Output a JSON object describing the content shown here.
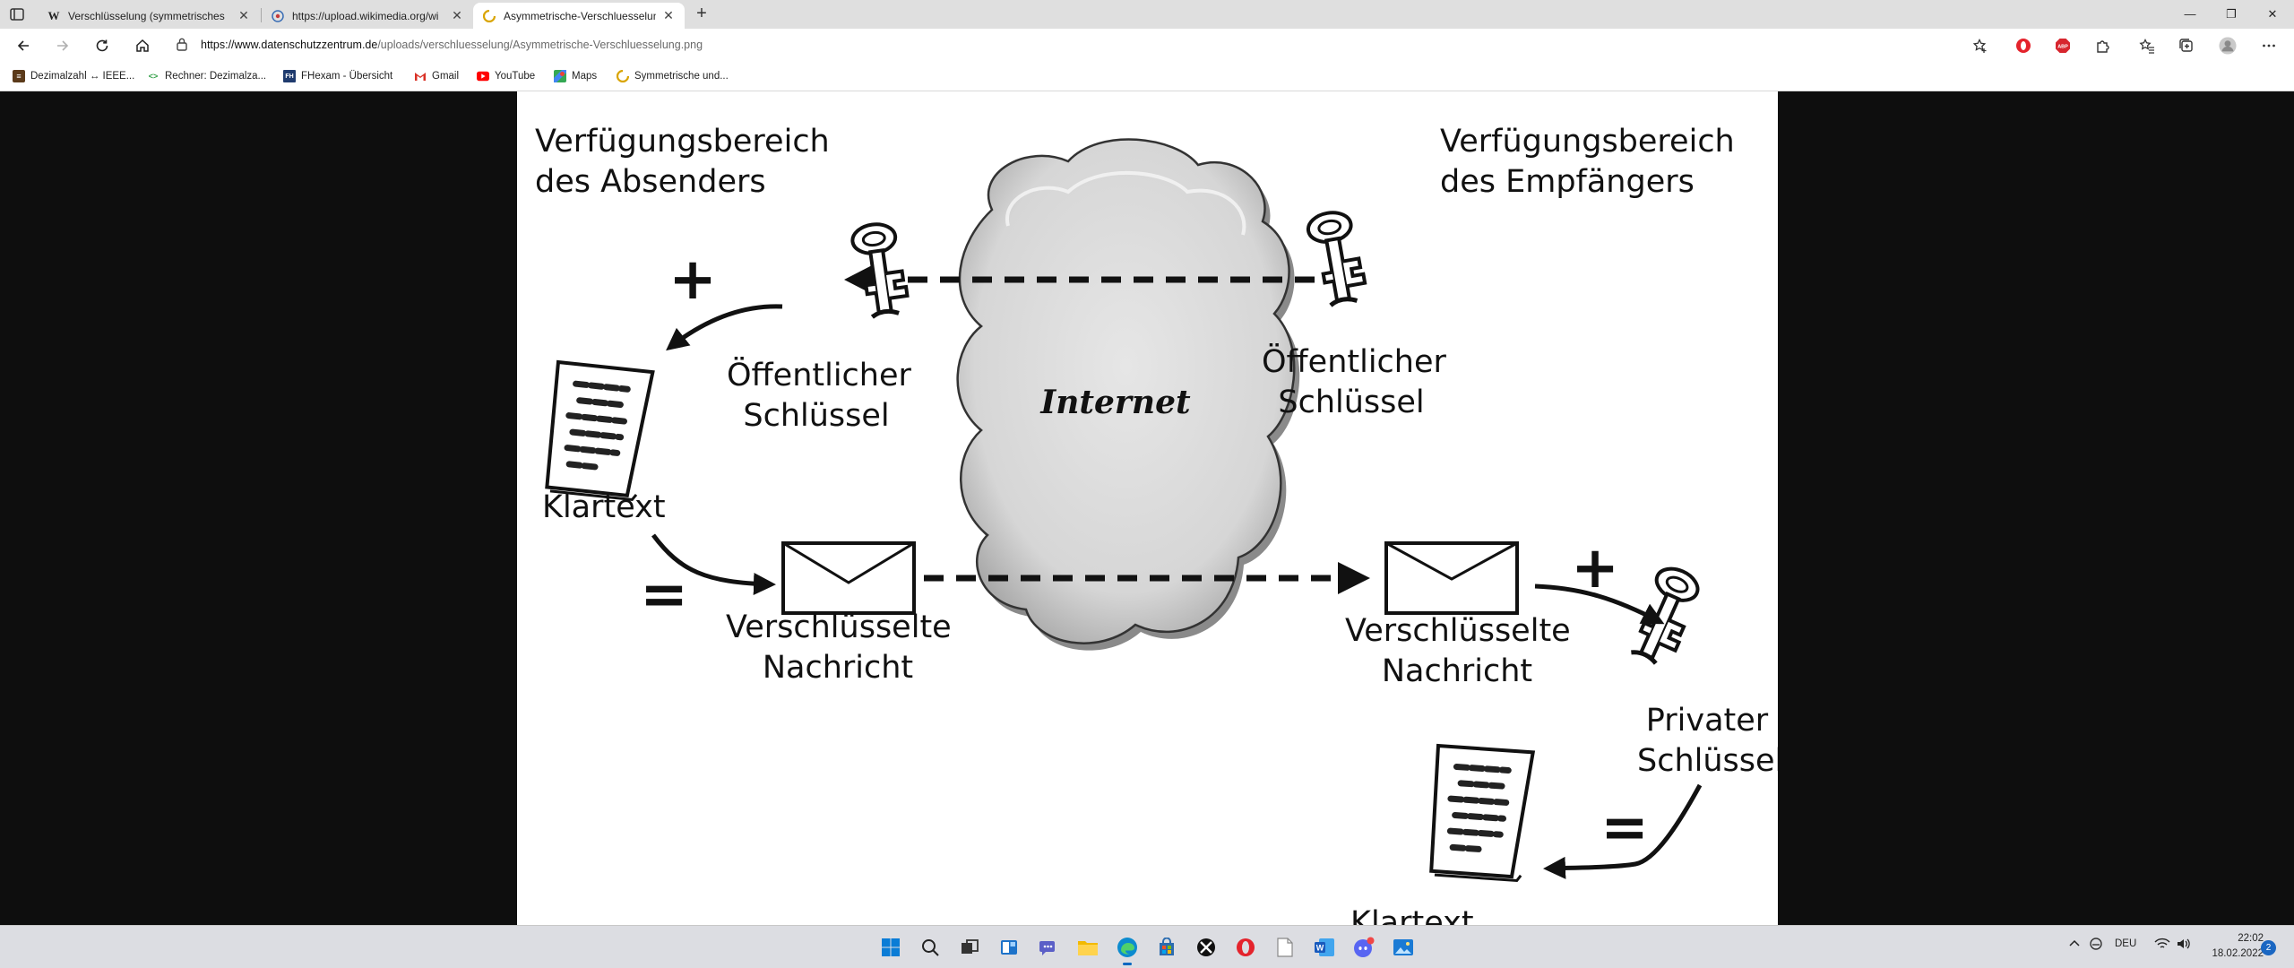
{
  "browser": {
    "tabs": [
      {
        "label": "Verschlüsselung (symmetrisches",
        "favicon": "wikipedia-icon",
        "active": false
      },
      {
        "label": "https://upload.wikimedia.org/wi",
        "favicon": "globe-icon",
        "active": false
      },
      {
        "label": "Asymmetrische-Verschluesselung",
        "favicon": "datenschutz-icon",
        "active": true
      }
    ],
    "address": {
      "host": "https://www.datenschutzzentrum.de",
      "path": "/uploads/verschluesselung/Asymmetrische-Verschluesselung.png"
    },
    "bookmarks": [
      {
        "label": "Dezimalzahl ↔ IEEE...",
        "icon": "calculator-icon"
      },
      {
        "label": "Rechner: Dezimalza...",
        "icon": "link-icon"
      },
      {
        "label": "FHexam - Übersicht",
        "icon": "fh-icon"
      },
      {
        "label": "Gmail",
        "icon": "gmail-icon"
      },
      {
        "label": "YouTube",
        "icon": "youtube-icon"
      },
      {
        "label": "Maps",
        "icon": "maps-icon"
      },
      {
        "label": "Symmetrische und...",
        "icon": "datenschutz-icon"
      }
    ]
  },
  "diagram": {
    "sender_heading_line1": "Verfügungsbereich",
    "sender_heading_line2": "des Absenders",
    "receiver_heading_line1": "Verfügungsbereich",
    "receiver_heading_line2": "des Empfängers",
    "internet": "Internet",
    "public_key_line1": "Öffentlicher",
    "public_key_line2": "Schlüssel",
    "plaintext": "Klartext",
    "encrypted_line1": "Verschlüsselte",
    "encrypted_line2": "Nachricht",
    "private_key_line1": "Privater",
    "private_key_line2": "Schlüssel",
    "plus": "+",
    "equals": "="
  },
  "taskbar": {
    "apps": [
      "windows-start-icon",
      "search-icon",
      "task-view-icon",
      "widgets-icon",
      "teams-chat-icon",
      "file-explorer-icon",
      "edge-icon",
      "store-icon",
      "xbox-icon",
      "opera-icon",
      "notepad-icon",
      "word-icon",
      "discord-icon",
      "photos-icon"
    ],
    "language": "DEU",
    "time": "22:02",
    "date": "18.02.2022",
    "notifications": "2"
  }
}
